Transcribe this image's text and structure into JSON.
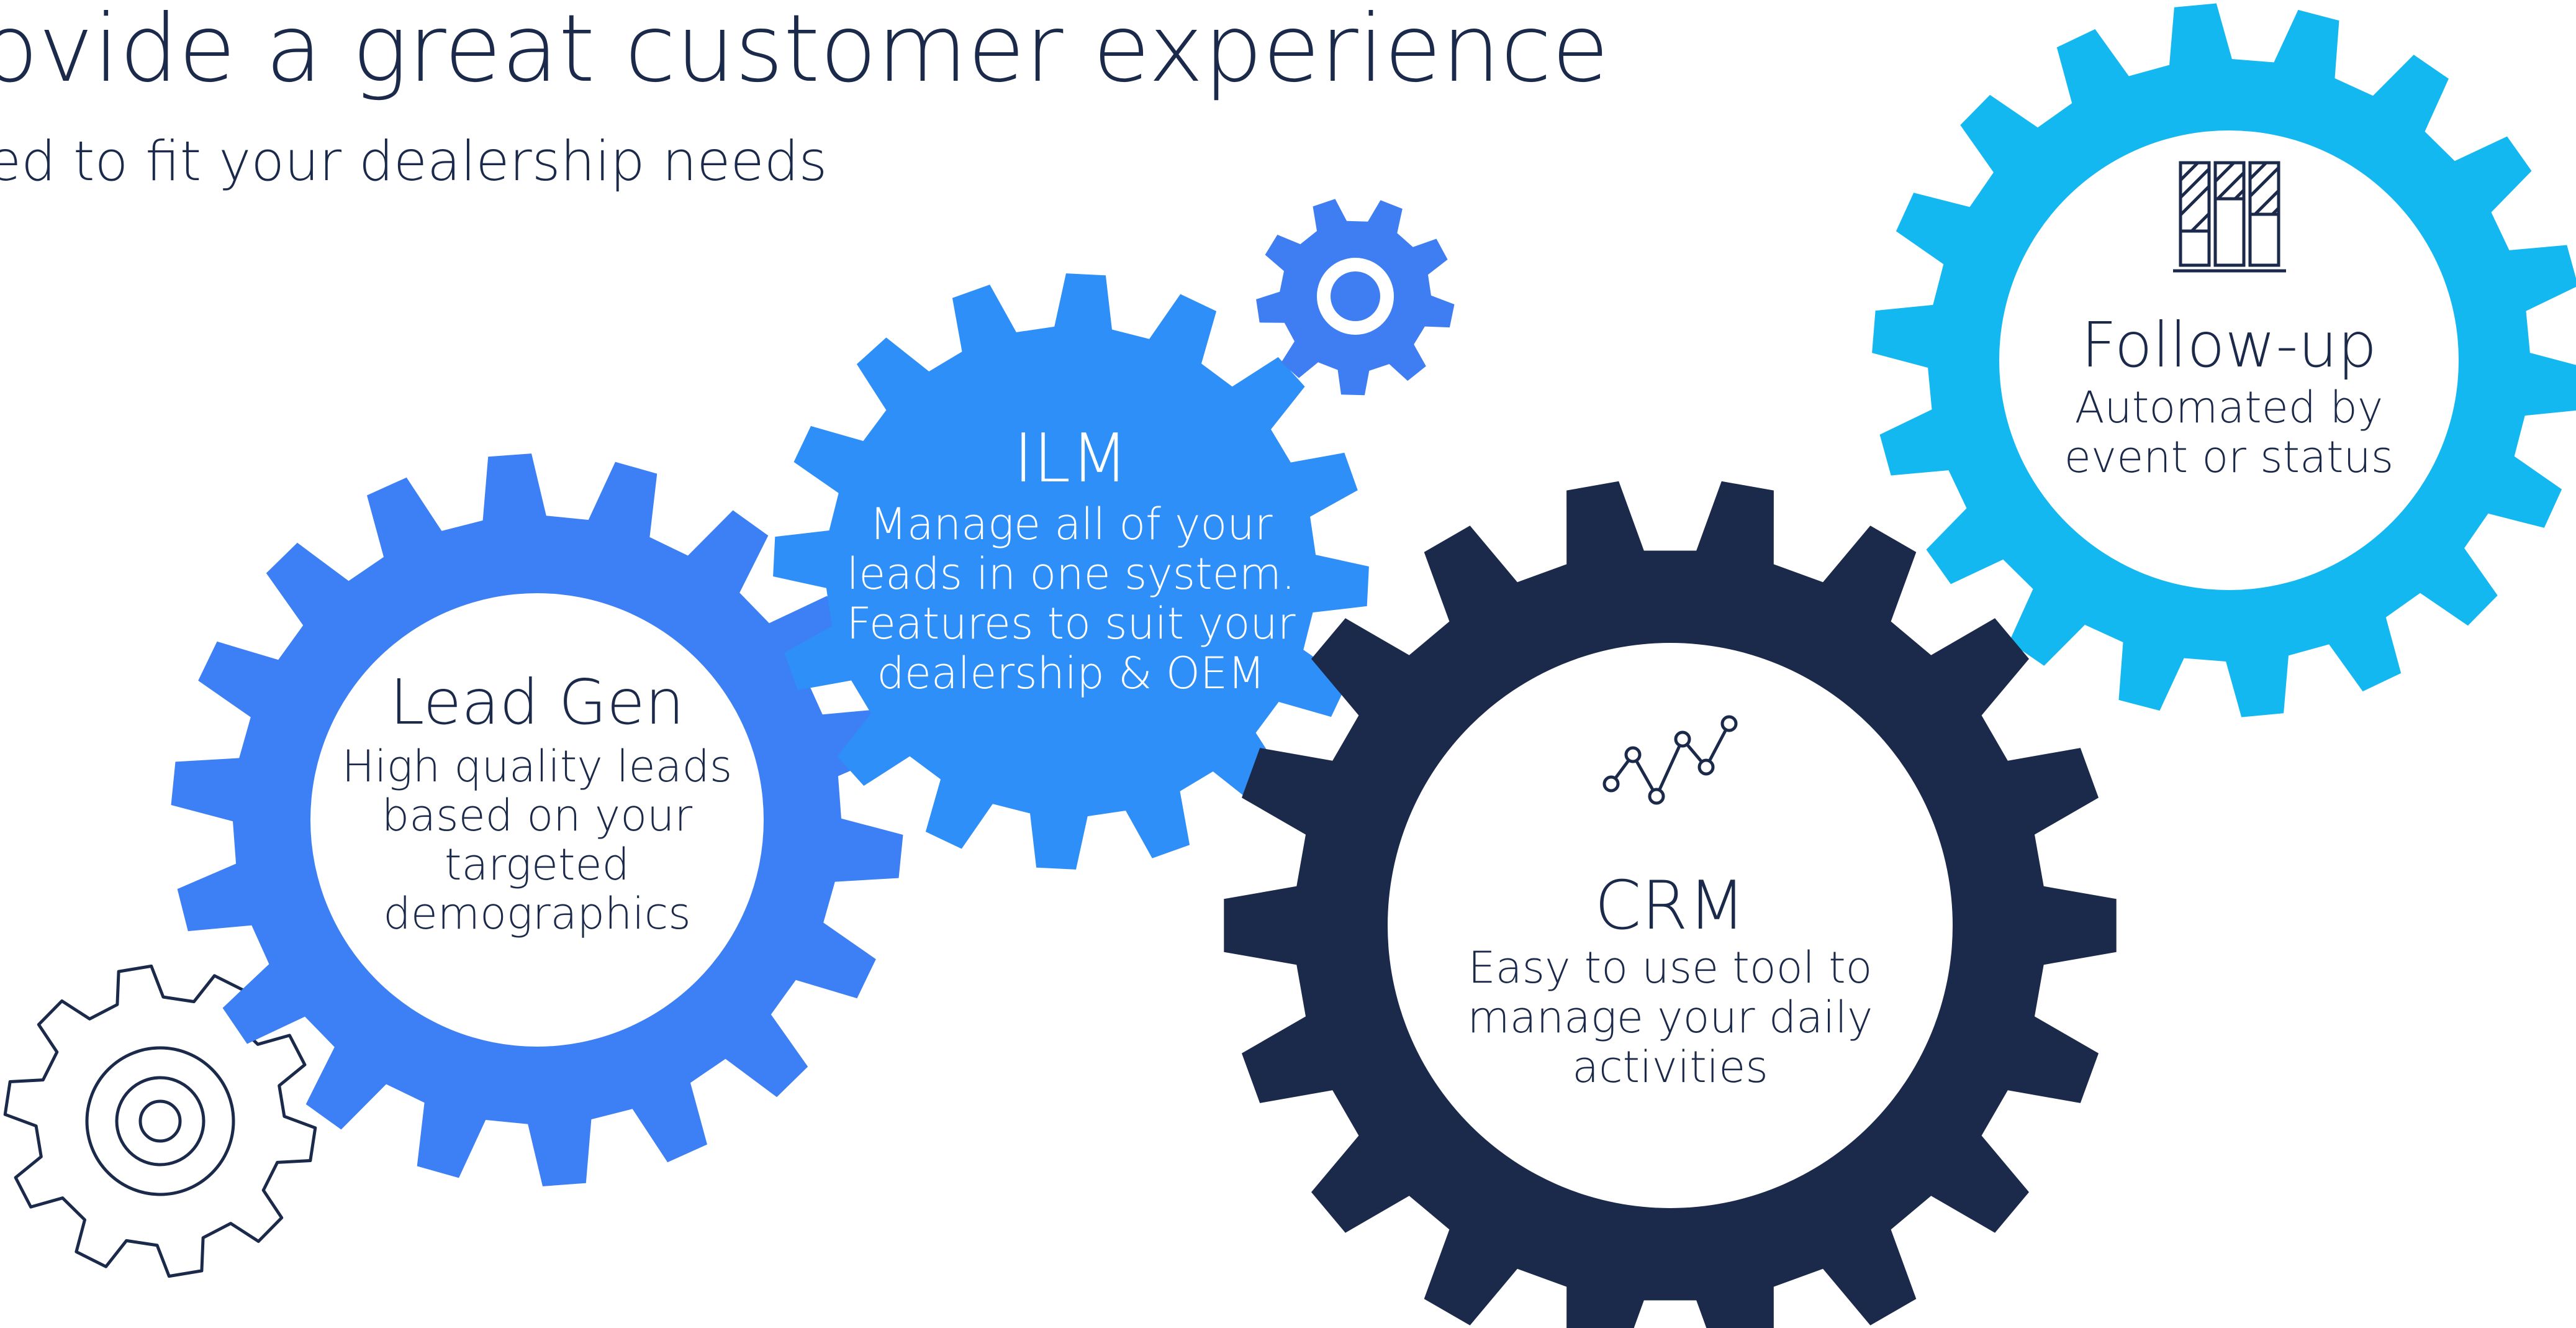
{
  "header": {
    "headline": "ovide a great customer experience",
    "subline": "ed to fit your dealership needs"
  },
  "gears": {
    "lead_gen": {
      "title": "Lead Gen",
      "lines": [
        "High quality leads",
        "based on your",
        "targeted",
        "demographics"
      ]
    },
    "ilm": {
      "title": "ILM",
      "lines": [
        "Manage all of your",
        "leads in one system.",
        "Features to suit your",
        "dealership & OEM"
      ]
    },
    "crm": {
      "title": "CRM",
      "lines": [
        "Easy to use tool to",
        "manage your daily",
        "activities"
      ],
      "icon": "line-chart-icon"
    },
    "follow_up": {
      "title": "Follow-up",
      "lines": [
        "Automated by",
        "event or status"
      ],
      "icon": "bar-chart-icon"
    }
  },
  "decorations": {
    "small_gear_icon": "gear-icon",
    "outline_gear_icon": "gear-outline-icon"
  },
  "colors": {
    "navy": "#1b2a4a",
    "lead_gen_blue": "#3d7ff5",
    "ilm_blue": "#2e8ff8",
    "small_gear_blue": "#3f7ef2",
    "follow_up_cyan": "#14b8f1",
    "white": "#ffffff"
  }
}
